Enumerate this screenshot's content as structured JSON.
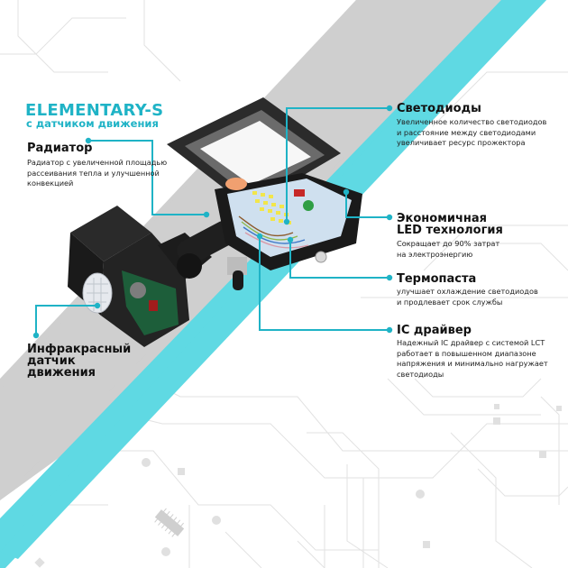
{
  "product": {
    "title": "ELEMENTARY-S",
    "subtitle": "с датчиком движения"
  },
  "colors": {
    "accent": "#1fb3c6",
    "stripe_cyan": "#5fd9e3",
    "band_gray": "#cfcfcf",
    "text_dark": "#111111",
    "circuit_line": "#e0e0e0"
  },
  "callouts": {
    "radiator": {
      "title": "Радиатор",
      "desc": [
        "Радиатор с увеличенной площадью",
        "рассеивания тепла и улучшенной",
        "конвекцией"
      ]
    },
    "leds": {
      "title": "Светодиоды",
      "desc": [
        "Увеличенное количество светодиодов",
        "и расстояние между светодиодами",
        "увеличивает ресурс прожектора"
      ]
    },
    "economy": {
      "title_lines": [
        "Экономичная",
        "LED технология"
      ],
      "desc": [
        "Сокращает до 90% затрат",
        "на электроэнергию"
      ]
    },
    "thermal_paste": {
      "title": "Термопаста",
      "desc": [
        "улучшает охлаждение светодиодов",
        "и продлевает срок службы"
      ]
    },
    "ic_driver": {
      "title": "IC драйвер",
      "desc": [
        "Надежный IC драйвер с системой LCT",
        "работает в повышенном диапазоне",
        "напряжения и минимально нагружает",
        "светодиоды"
      ]
    },
    "ir_sensor": {
      "title_lines": [
        "Инфракрасный",
        "датчик",
        "движения"
      ]
    }
  }
}
